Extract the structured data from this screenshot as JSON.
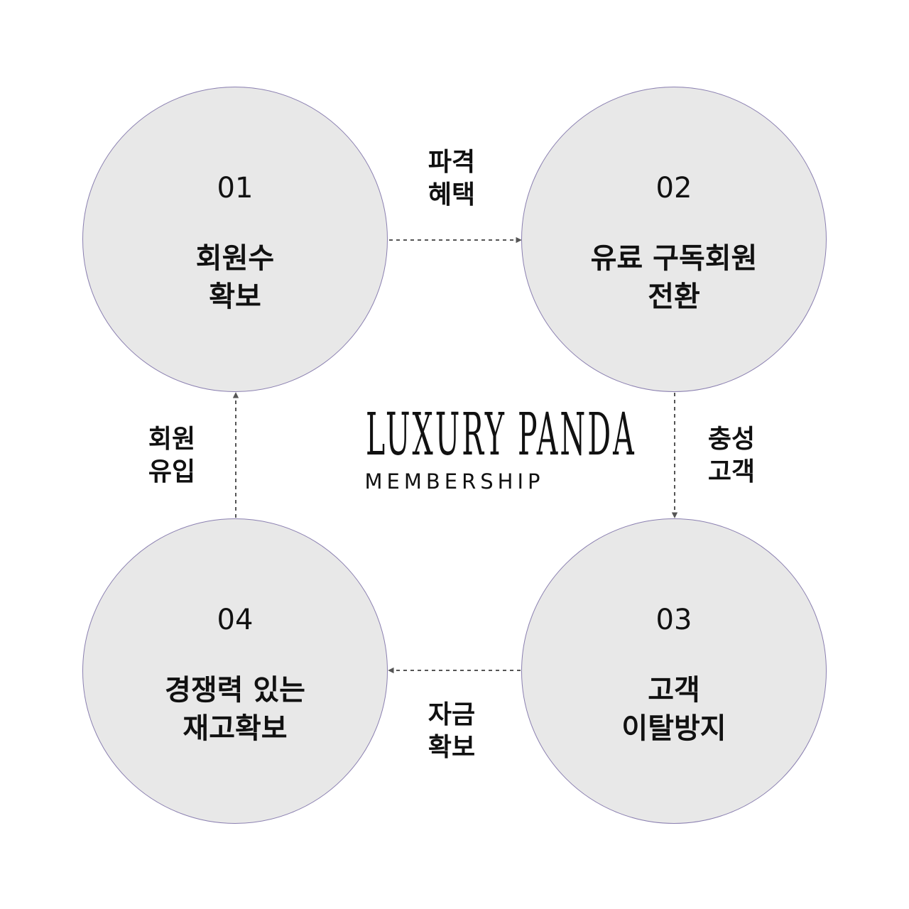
{
  "nodes": [
    {
      "number": "01",
      "label_lines": [
        "회원수",
        "확보"
      ]
    },
    {
      "number": "02",
      "label_lines": [
        "유료 구독회원",
        "전환"
      ]
    },
    {
      "number": "03",
      "label_lines": [
        "고객",
        "이탈방지"
      ]
    },
    {
      "number": "04",
      "label_lines": [
        "경쟁력 있는",
        "재고확보"
      ]
    }
  ],
  "edges": [
    {
      "from": "01",
      "to": "02",
      "label_lines": [
        "파격",
        "혜택"
      ]
    },
    {
      "from": "02",
      "to": "03",
      "label_lines": [
        "충성",
        "고객"
      ]
    },
    {
      "from": "03",
      "to": "04",
      "label_lines": [
        "자금",
        "확보"
      ]
    },
    {
      "from": "04",
      "to": "01",
      "label_lines": [
        "회원",
        "유입"
      ]
    }
  ],
  "center": {
    "brand": "LUXURY PANDA",
    "subtitle": "MEMBERSHIP"
  },
  "colors": {
    "node_fill": "#e8e8e8",
    "node_border": "#8a7fb0",
    "arrow": "#555555",
    "text": "#111111"
  }
}
